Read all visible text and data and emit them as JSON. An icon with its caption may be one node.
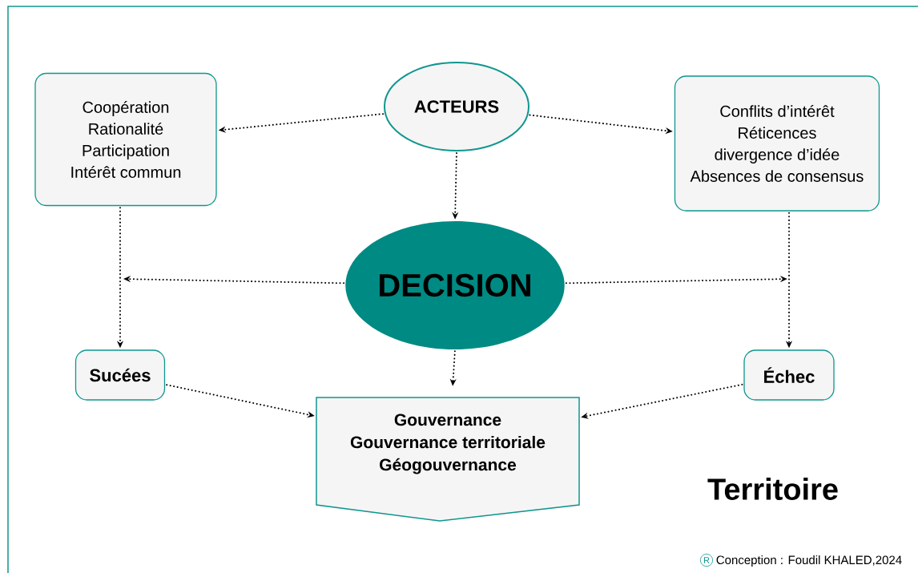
{
  "diagram": {
    "nodes": [
      {
        "text": [
          "Coopération",
          "Rationalité",
          "Participation",
          "Intérêt commun"
        ]
      },
      {
        "text": [
          "ACTEURS"
        ]
      },
      {
        "text": [
          "Conflits d’intérêt",
          "Réticences",
          "divergence d’idée",
          "Absences de consensus"
        ]
      },
      {
        "text": [
          "DECISION"
        ]
      },
      {
        "text": [
          "Sucées"
        ]
      },
      {
        "text": [
          "Échec"
        ]
      },
      {
        "text": [
          "Gouvernance",
          "Gouvernance territoriale",
          "Géogouvernance"
        ]
      }
    ],
    "edges": [
      {
        "from": 1,
        "to": 0,
        "arrow": "to"
      },
      {
        "from": 1,
        "to": 2,
        "arrow": "to"
      },
      {
        "from": 1,
        "to": 3,
        "arrow": "to"
      },
      {
        "from": 0,
        "to": 4,
        "arrow": "to"
      },
      {
        "from": 2,
        "to": 5,
        "arrow": "to"
      },
      {
        "from": 3,
        "to": null,
        "arrow": "to"
      },
      {
        "from": 3,
        "to": null,
        "arrow": "to"
      },
      {
        "from": 3,
        "to": 6,
        "arrow": "to"
      },
      {
        "from": 4,
        "to": 6,
        "arrow": "to"
      },
      {
        "from": 5,
        "to": 6,
        "arrow": "to"
      }
    ],
    "labels": [
      "Territoire",
      "R",
      "Conception : Foudil KHALED,2024"
    ]
  }
}
